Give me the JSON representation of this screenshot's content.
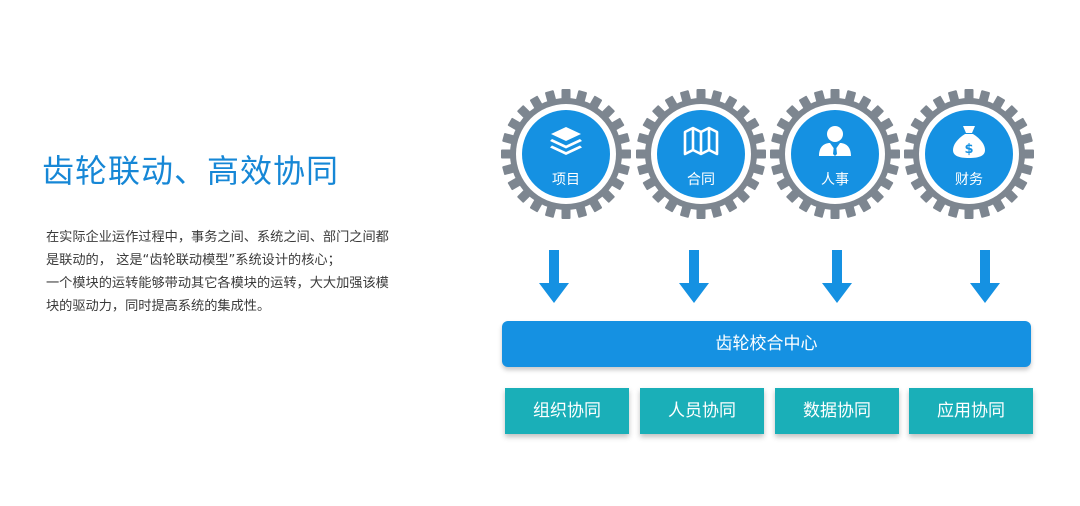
{
  "headline": "齿轮联动、高效协同",
  "description_lines": [
    "在实际企业运作过程中，事务之间、系统之间、部门之间都",
    "是联动的， 这是“齿轮联动模型”系统设计的核心；",
    "一个模块的运转能够带动其它各模块的运转，大大加强该模",
    "块的驱动力，同时提高系统的集成性。"
  ],
  "gears": [
    {
      "label": "项目",
      "icon": "layers-icon"
    },
    {
      "label": "合同",
      "icon": "map-icon"
    },
    {
      "label": "人事",
      "icon": "person-icon"
    },
    {
      "label": "财务",
      "icon": "money-bag-icon"
    }
  ],
  "center": {
    "label": "齿轮校合中心"
  },
  "modules": [
    {
      "label": "组织协同"
    },
    {
      "label": "人员协同"
    },
    {
      "label": "数据协同"
    },
    {
      "label": "应用协同"
    }
  ],
  "colors": {
    "title_blue": "#1687d6",
    "gear_gray": "#7d8690",
    "gear_inner_blue": "#1591e2",
    "arrow_blue": "#1591e2",
    "bar_blue": "#1591e2",
    "module_teal": "#1aafb8"
  }
}
